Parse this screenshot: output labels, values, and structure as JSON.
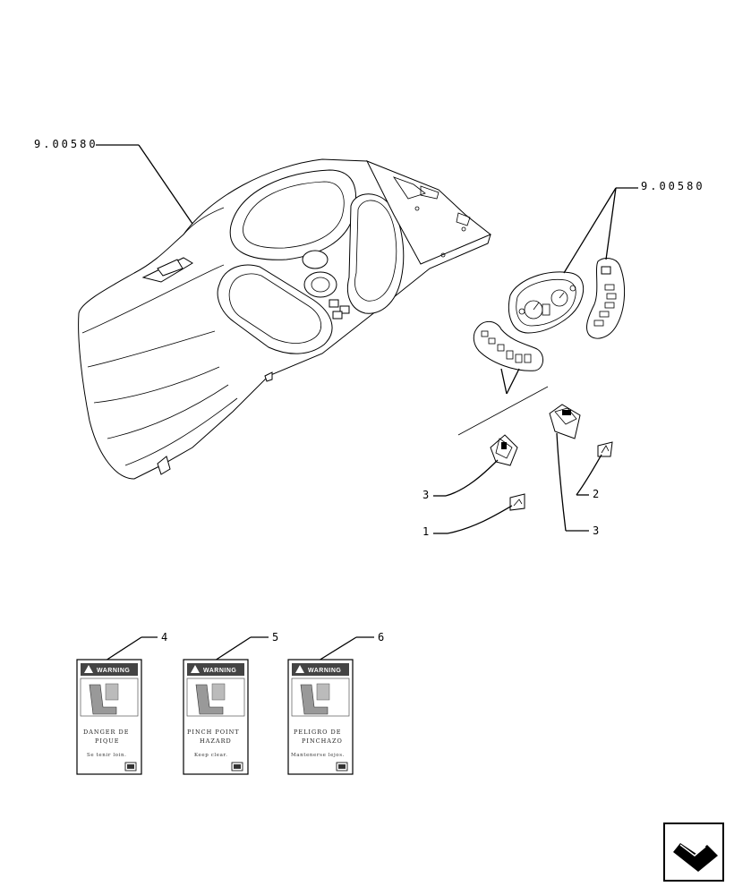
{
  "callouts": {
    "ref_dashboard": "9.00580",
    "ref_instrument": "9.00580",
    "item_1": "1",
    "item_2": "2",
    "item_3a": "3",
    "item_3b": "3",
    "item_4": "4",
    "item_5": "5",
    "item_6": "6"
  },
  "labels": [
    {
      "header": "WARNING",
      "line1": "DANGER DE",
      "line2": "PIQUE",
      "note": "Se tenir loin."
    },
    {
      "header": "WARNING",
      "line1": "PINCH POINT",
      "line2": "HAZARD",
      "note": "Keep clear."
    },
    {
      "header": "WARNING",
      "line1": "PELIGRO DE",
      "line2": "PINCHAZO",
      "note": "Mantenerse lejos."
    }
  ],
  "nav_icon": "next-page-arrow-icon"
}
